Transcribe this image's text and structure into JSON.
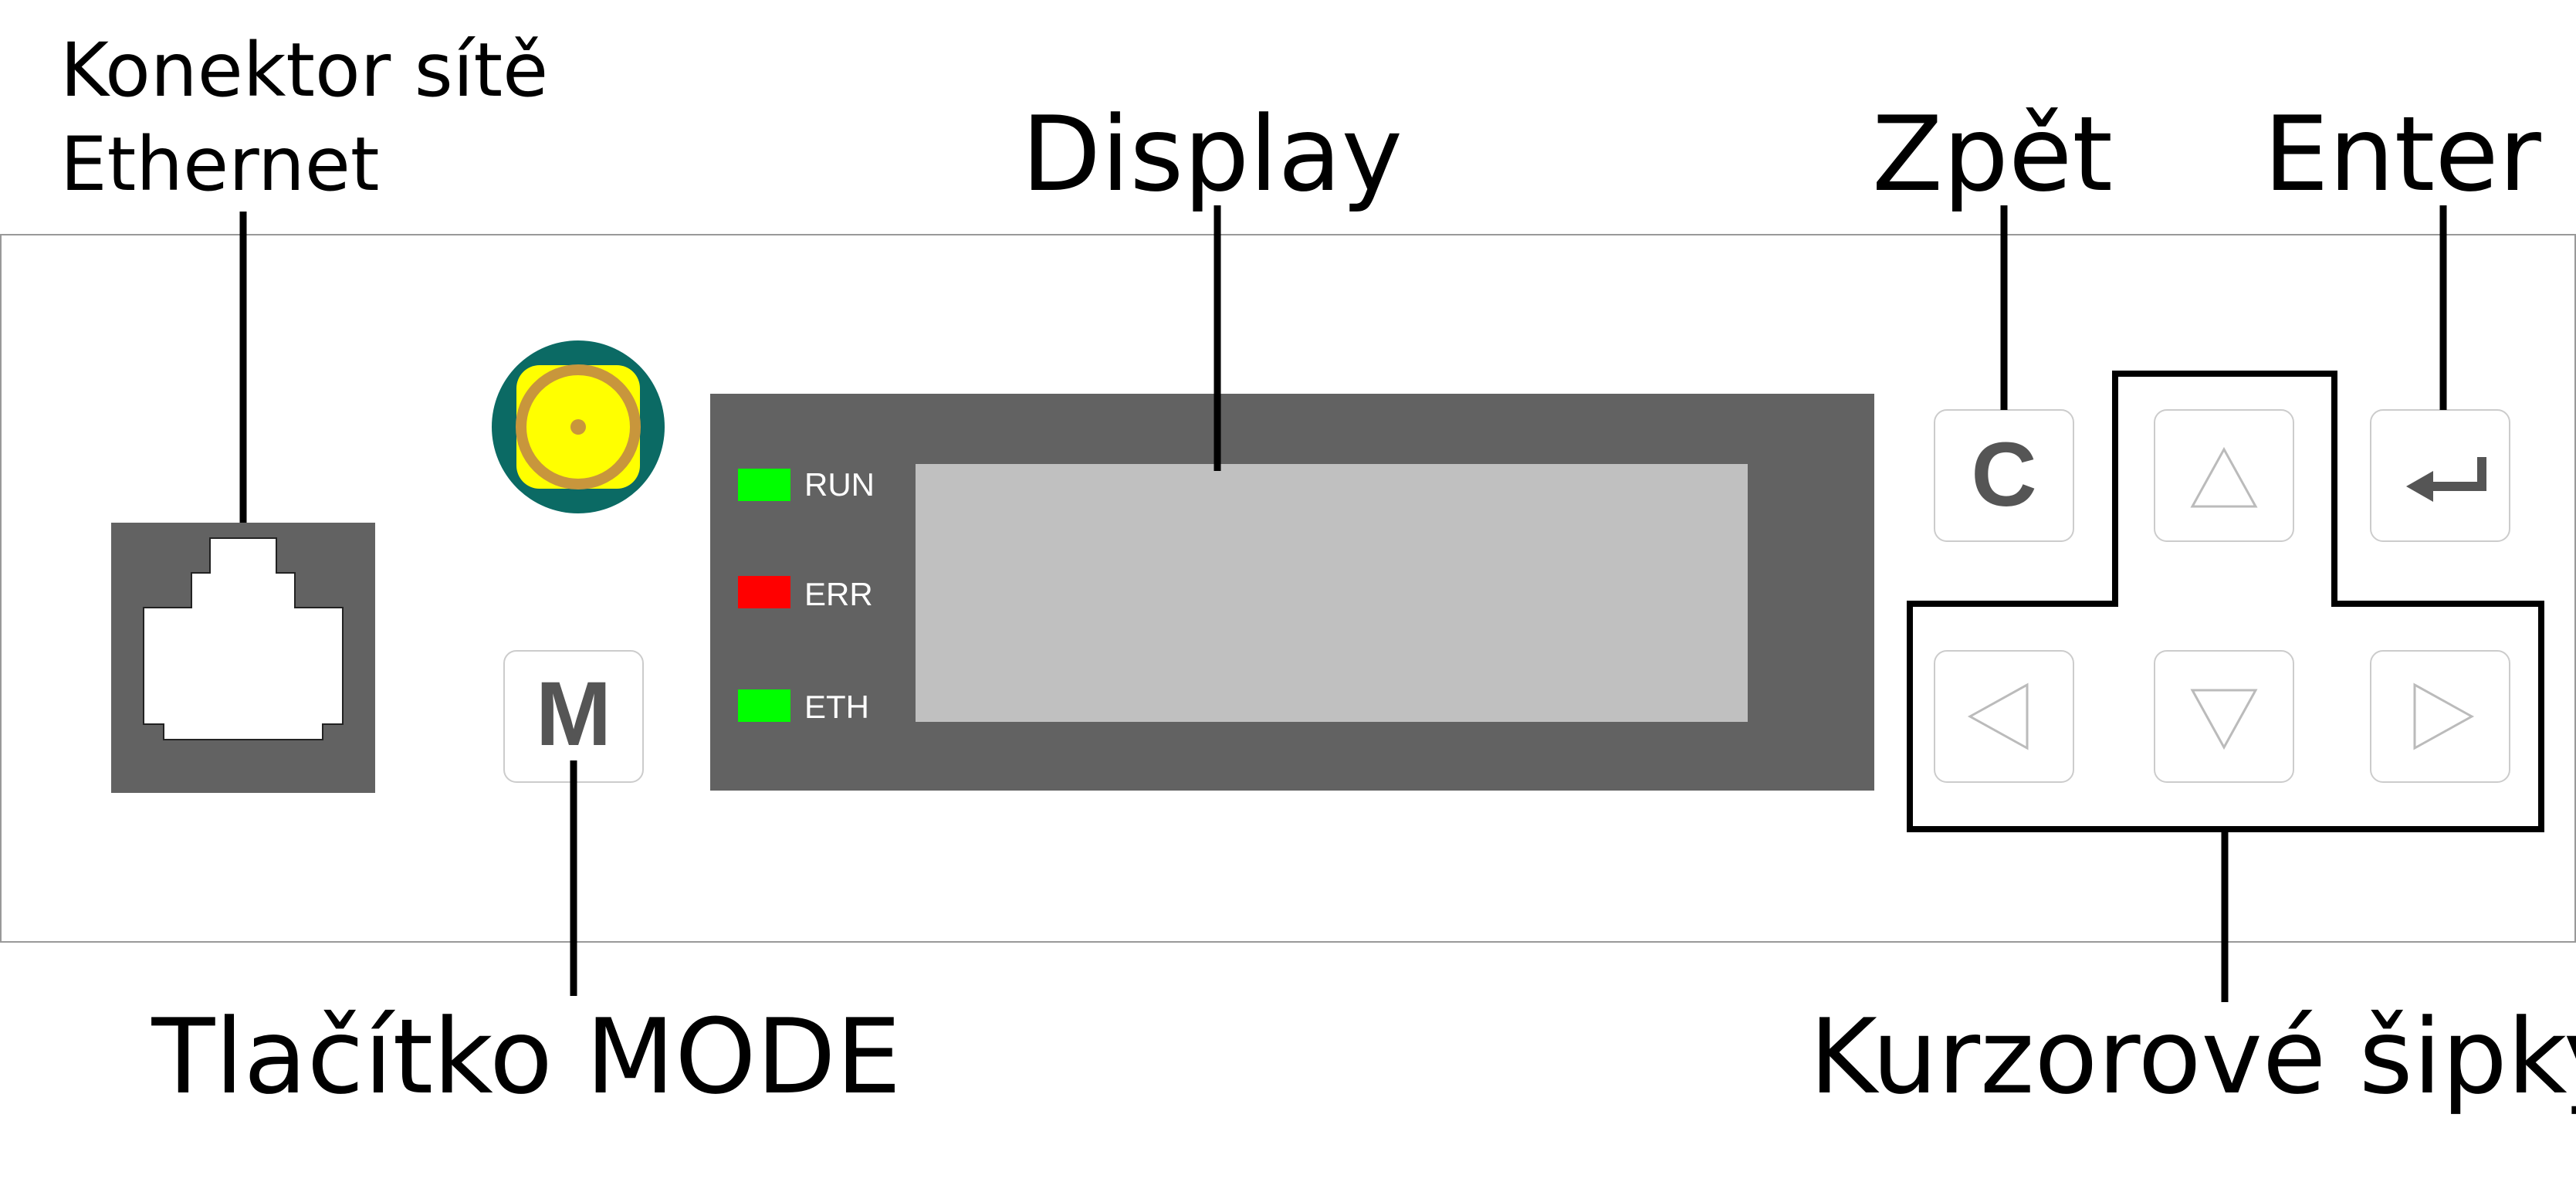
{
  "callouts": {
    "ethernet_line1": "Konektor sítě",
    "ethernet_line2": "Ethernet",
    "display": "Display",
    "back": "Zpět",
    "enter": "Enter",
    "mode_button": "Tlačítko MODE",
    "cursor_arrows": "Kurzorové šipky"
  },
  "leds": [
    {
      "label": "RUN",
      "color": "#00ff00"
    },
    {
      "label": "ERR",
      "color": "#ff0000"
    },
    {
      "label": "ETH",
      "color": "#00ff00"
    }
  ],
  "buttons": {
    "mode_key": "M",
    "back_key": "C"
  },
  "icons": {
    "rj45": "ethernet-port-icon",
    "antenna": "antenna-connector-icon",
    "enter": "enter-return-icon",
    "up": "arrow-up-icon",
    "down": "arrow-down-icon",
    "left": "arrow-left-icon",
    "right": "arrow-right-icon"
  },
  "colors": {
    "panel_border": "#999999",
    "display_frame": "#626262",
    "display_screen": "#c0c0c0",
    "key_text": "#555555",
    "antenna_outer": "#0b6a64",
    "antenna_yellow": "#ffff00",
    "antenna_ring": "#c8963c",
    "rj45_body": "#626262"
  }
}
